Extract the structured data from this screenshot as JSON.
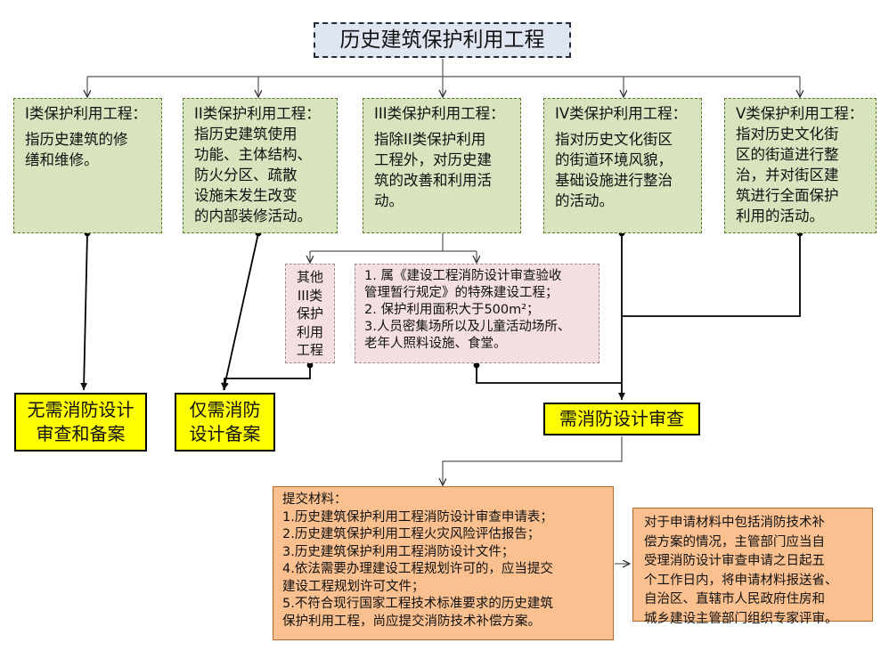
{
  "root": {
    "title": "历史建筑保护利用工程"
  },
  "categories": [
    {
      "head": "I类保护利用工程：",
      "body": "指历史建筑的修\n缮和维修。"
    },
    {
      "head": "II类保护利用工程：",
      "body": "指历史建筑使用\n功能、主体结构、\n防火分区、疏散\n设施未发生改变\n的内部装修活动。"
    },
    {
      "head": "III类保护利用工程：",
      "body": "指除II类保护利用\n工程外，对历史建\n筑的改善和利用活\n动。"
    },
    {
      "head": "IV类保护利用工程：",
      "body": "指对历史文化街区\n的街道环境风貌，\n基础设施进行整治\n的活动。"
    },
    {
      "head": "V类保护利用工程：",
      "body": "指对历史文化街\n区的街道进行整\n治，并对街区建\n筑进行全面保护\n利用的活动。"
    }
  ],
  "other_iii": {
    "text": "其他\nIII类\n保护\n利用\n工程"
  },
  "special_conditions": {
    "text": "1. 属《建设工程消防设计审查验收\n管理暂行规定》的特殊建设工程；\n2. 保护利用面积大于500m²；\n3.人员密集场所以及儿童活动场所、\n老年人照料设施、食堂。"
  },
  "results": {
    "none": "无需消防设计\n审查和备案",
    "record": "仅需消防\n设计备案",
    "review": "需消防设计审查"
  },
  "materials": {
    "text": "提交材料：\n1.历史建筑保护利用工程消防设计审查申请表；\n2.历史建筑保护利用工程火灾风险评估报告；\n3.历史建筑保护利用工程消防设计文件；\n4.依法需要办理建设工程规划许可的，应当提交\n建设工程规划许可文件；\n5.不符合现行国家工程技术标准要求的历史建筑\n保护利用工程，尚应提交消防技术补偿方案。"
  },
  "expert_review": {
    "text": "对于申请材料中包括消防技术补\n偿方案的情况，主管部门应当自\n受理消防设计审查申请之日起五\n个工作日内，将申请材料报送省、\n自治区、直辖市人民政府住房和\n城乡建设主管部门组织专家评审。"
  },
  "colors": {
    "root_fill": "#dfe6f1",
    "category_fill": "#d7e4bd",
    "condition_fill": "#f3dfdf",
    "result_fill": "#ffff00",
    "materials_fill": "#fac090"
  }
}
